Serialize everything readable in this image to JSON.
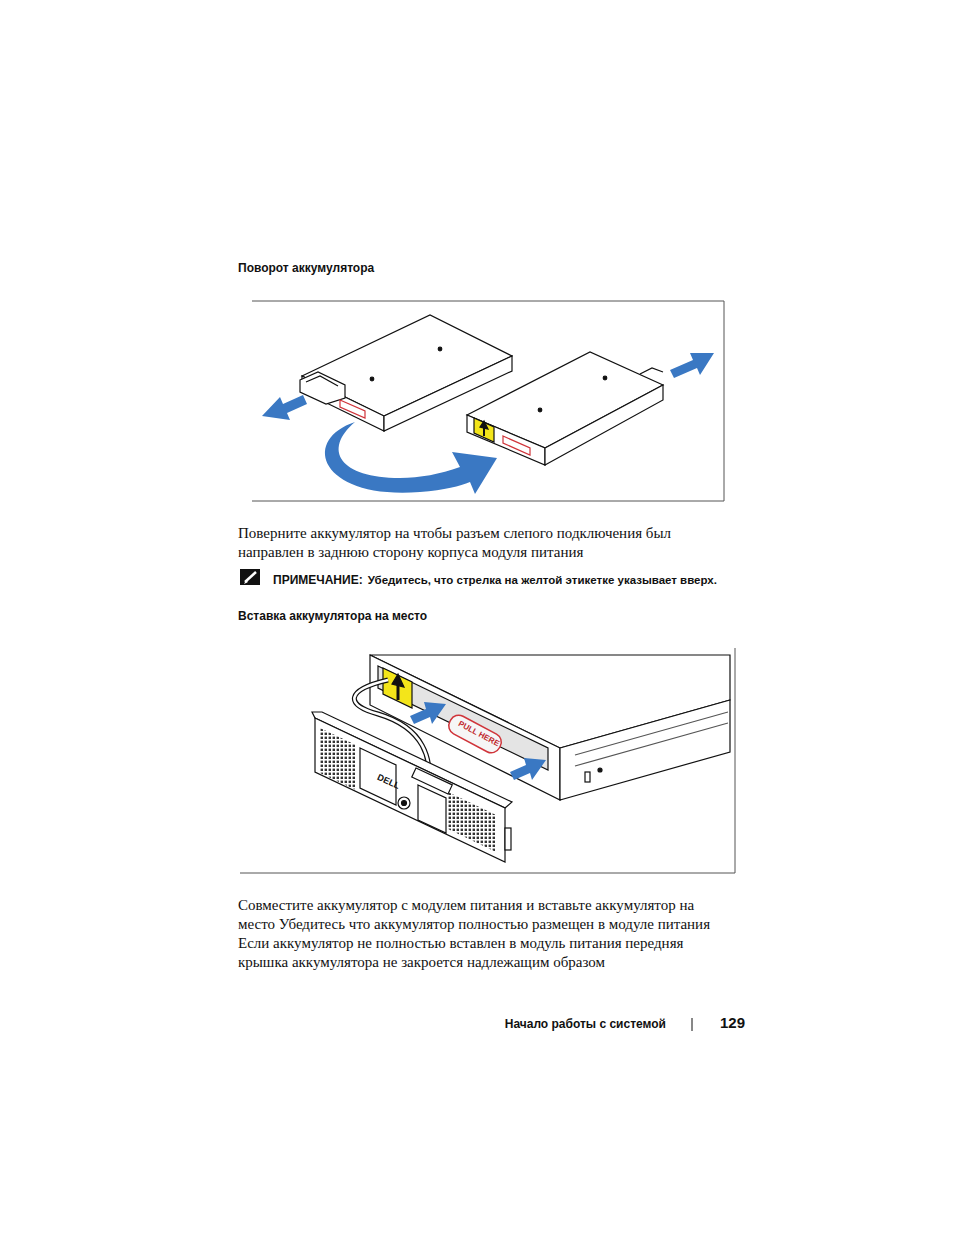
{
  "diagram": {
    "labels": [
      "Поворот аккумулятора",
      "Поверните аккумулятор на чтобы разъем слепого подключения был направлен в заднюю сторону корпуса модуля питания",
      "ПРИМЕЧАНИЕ:",
      "Убедитесь, что стрелка на желтой этикетке указывает вверх.",
      "Вставка аккумулятора на место",
      "Совместите аккумулятор с модулем питания и вставьте аккумулятор на место Убедитесь что аккумулятор полностью размещен в модуле питания Если аккумулятор не полностью вставлен в модуль питания передняя крышка аккумулятора не закроется надлежащим образом",
      "Начало работы с системой",
      "129",
      "PULL HERE",
      "DELL"
    ]
  }
}
